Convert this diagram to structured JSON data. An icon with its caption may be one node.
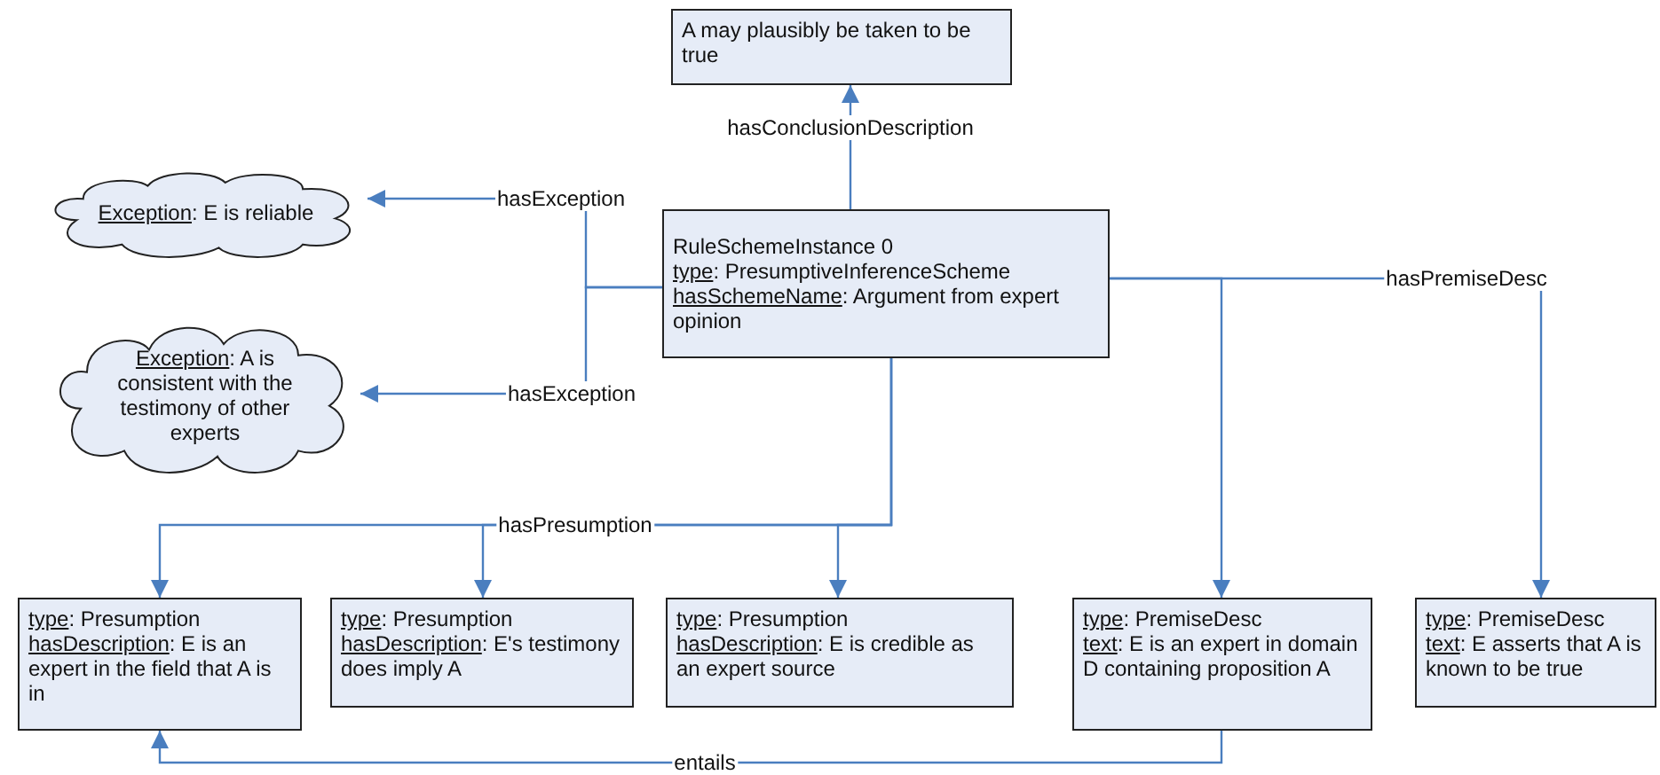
{
  "diagram": {
    "nodes": [
      {
        "text": [
          "A may plausibly be taken to be true"
        ]
      },
      {
        "text": [
          "Exception: E is reliable"
        ]
      },
      {
        "text": [
          "RuleSchemeInstance 0",
          "type: PresumptiveInferenceScheme",
          "hasSchemeName: Argument from expert opinion"
        ]
      },
      {
        "text": [
          "Exception: A is consistent with the testimony of other experts"
        ]
      },
      {
        "text": [
          "type: Presumption",
          "hasDescription: E is an expert in the field that A is in"
        ]
      },
      {
        "text": [
          "type: Presumption",
          "hasDescription: E's testimony does imply A"
        ]
      },
      {
        "text": [
          "type: Presumption",
          "hasDescription: E is credible as an expert source"
        ]
      },
      {
        "text": [
          "type: PremiseDesc",
          "text: E is an expert in domain D containing proposition A"
        ]
      },
      {
        "text": [
          "type: PremiseDesc",
          "text: E asserts that A is known to be true"
        ]
      }
    ],
    "edges": [
      {
        "from": 2,
        "to": 0,
        "arrow": "to",
        "label": "hasConclusionDescription"
      },
      {
        "from": 2,
        "to": 1,
        "arrow": "to",
        "label": "hasException"
      },
      {
        "from": 2,
        "to": 3,
        "arrow": "to",
        "label": "hasException"
      },
      {
        "from": 2,
        "to": 4,
        "arrow": "to",
        "label": "hasPresumption"
      },
      {
        "from": 2,
        "to": 5,
        "arrow": "to"
      },
      {
        "from": 2,
        "to": 6,
        "arrow": "to"
      },
      {
        "from": 2,
        "to": 7,
        "arrow": "to"
      },
      {
        "from": 2,
        "to": 8,
        "arrow": "to",
        "label": "hasPremiseDesc"
      },
      {
        "from": 7,
        "to": 4,
        "arrow": "to",
        "label": "entails"
      }
    ]
  }
}
